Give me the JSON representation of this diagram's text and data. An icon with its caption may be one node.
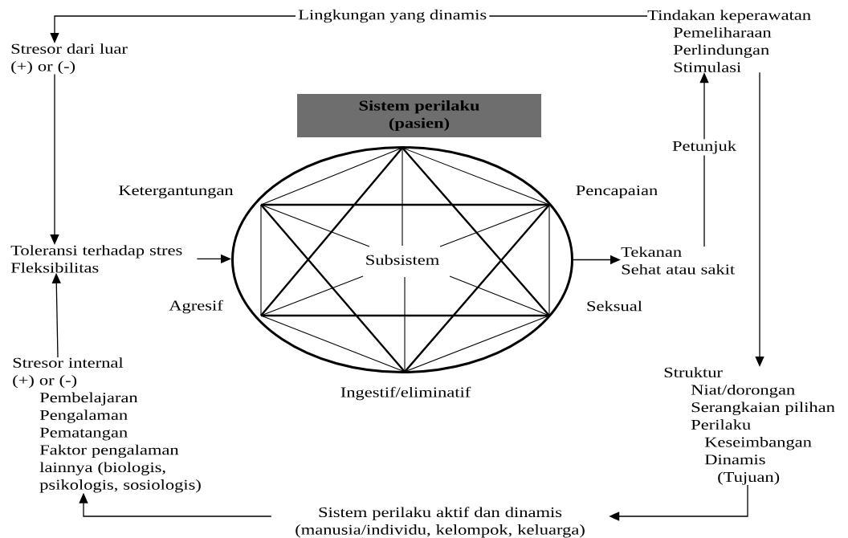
{
  "diagram": {
    "nodes": [
      {
        "text": [
          "Lingkungan yang dinamis"
        ]
      },
      {
        "text": [
          "Stresor dari luar (+) or (-)"
        ]
      },
      {
        "text": [
          "Toleransi terhadap stres",
          "Fleksibilitas"
        ]
      },
      {
        "text": [
          "Stresor internal (+) or (-)",
          "Pembelajaran",
          "Pengalaman",
          "Pematangan",
          "Faktor pengalaman lainnya (biologis, psikologis, sosiologis)"
        ]
      },
      {
        "text": [
          "Tindakan keperawatan",
          "Pemeliharaan",
          "Perlindungan",
          "Stimulasi"
        ]
      },
      {
        "text": [
          "Sistem perilaku (pasien)"
        ]
      },
      {
        "text": [
          "Subsistem"
        ],
        "beside": [
          "Ketergantungan",
          "Pencapaian",
          "Agresif",
          "Seksual",
          "Ingestif/eliminatif"
        ]
      },
      {
        "text": [
          "Tekanan",
          "Sehat atau sakit"
        ]
      },
      {
        "text": [
          "Struktur",
          "Niat/dorongan",
          "Serangkaian pilihan",
          "Perilaku",
          "Keseimbangan",
          "Dinamis",
          "(Tujuan)"
        ]
      },
      {
        "text": [
          "Sistem perilaku aktif dan dinamis (manusia/individu, kelompok, keluarga)"
        ]
      }
    ],
    "edges": [
      {
        "from": 0,
        "to": 1,
        "arrow": "to"
      },
      {
        "from": 0,
        "to": 4,
        "arrow": "none"
      },
      {
        "from": 1,
        "to": 2,
        "arrow": "to"
      },
      {
        "from": 3,
        "to": 2,
        "arrow": "to"
      },
      {
        "from": 2,
        "to": 6,
        "arrow": "to"
      },
      {
        "from": 6,
        "to": 7,
        "arrow": "to"
      },
      {
        "from": 7,
        "to": 4,
        "arrow": "to",
        "label": "Petunjuk"
      },
      {
        "from": 4,
        "to": 8,
        "arrow": "to"
      },
      {
        "from": 8,
        "to": 9,
        "arrow": "to"
      },
      {
        "from": 9,
        "to": 3,
        "arrow": "to"
      }
    ]
  }
}
